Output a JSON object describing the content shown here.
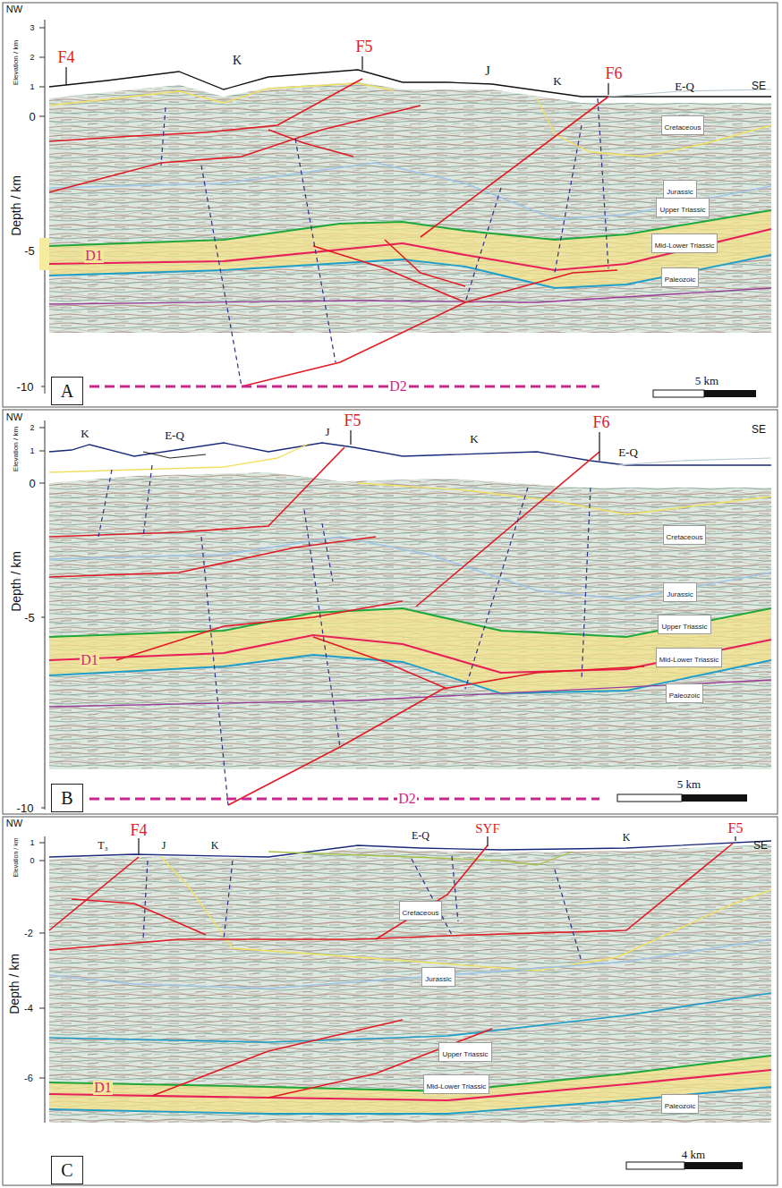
{
  "diagram": {
    "nodes": [
      {
        "text": [
          "Cretaceous"
        ]
      },
      {
        "text": [
          "Jurassic"
        ]
      },
      {
        "text": [
          "Upper Triassic"
        ]
      },
      {
        "text": [
          "Mid-Lower Triassic"
        ]
      },
      {
        "text": [
          "Paleozoic"
        ]
      },
      {
        "text": [
          "A"
        ]
      },
      {
        "text": [
          "Cretaceous"
        ]
      },
      {
        "text": [
          "Jurassic"
        ]
      },
      {
        "text": [
          "Upper Triassic"
        ]
      },
      {
        "text": [
          "Mid-Lower Triassic"
        ]
      },
      {
        "text": [
          "Paleozoic"
        ]
      },
      {
        "text": [
          "B"
        ]
      },
      {
        "text": [
          "Cretaceous"
        ]
      },
      {
        "text": [
          "Jurassic"
        ]
      },
      {
        "text": [
          "Upper Triassic"
        ]
      },
      {
        "text": [
          "Mid-Lower Triassic"
        ]
      },
      {
        "text": [
          "Paleozoic"
        ]
      },
      {
        "text": [
          "C"
        ]
      }
    ],
    "labels": [
      "NW",
      "3",
      "2",
      "1",
      "0",
      "Elevation / km",
      "Depth / km",
      "-5",
      "-10",
      "F4",
      "K",
      "F5",
      "J",
      "K",
      "F6",
      "E-Q",
      "SE",
      "D1",
      "D2",
      "5 km",
      "NW",
      "2",
      "1",
      "0",
      "Elevation / km",
      "Depth / km",
      "-5",
      "-10",
      "K",
      "E-Q",
      "J",
      "F5",
      "K",
      "F6",
      "E-Q",
      "SE",
      "D1",
      "D2",
      "5 km",
      "NW",
      "1",
      "0",
      "Elevation / km",
      "-2",
      "-4",
      "-6",
      "Depth / km",
      "T₃",
      "F4",
      "J",
      "K",
      "E-Q",
      "SYF",
      "F5",
      "SE",
      "K",
      "D1",
      "4 km"
    ]
  }
}
